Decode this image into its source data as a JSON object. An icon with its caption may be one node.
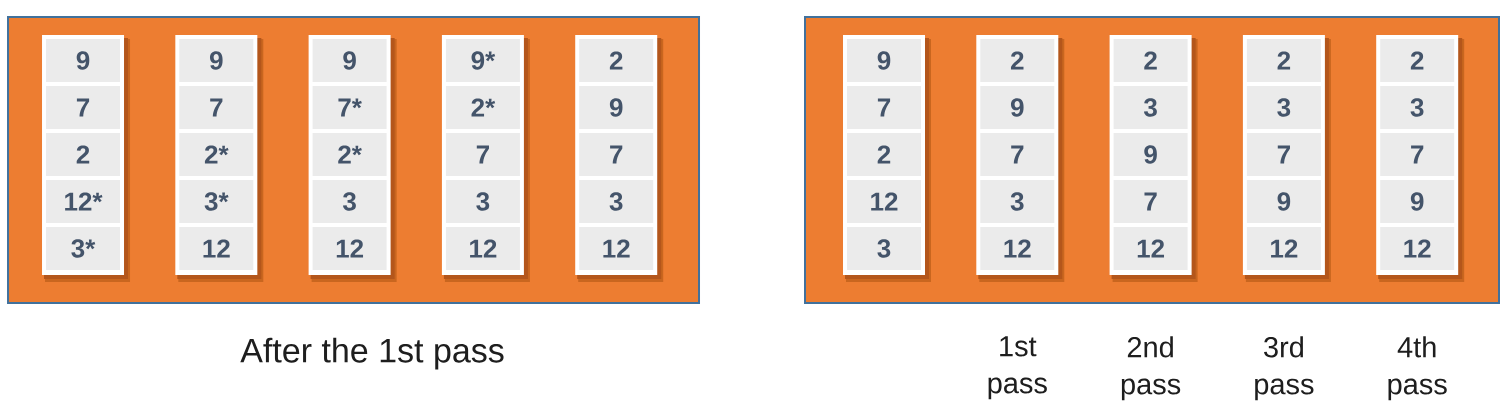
{
  "diagram": {
    "nodes": [
      {
        "text": [],
        "shape": "box",
        "beside": [
          "After the 1st pass"
        ]
      },
      {
        "text": [],
        "shape": "box",
        "in": 0
      },
      {
        "text": [
          "9"
        ],
        "in": 1
      },
      {
        "text": [
          "7"
        ],
        "in": 1
      },
      {
        "text": [
          "2"
        ],
        "in": 1
      },
      {
        "text": [
          "12*"
        ],
        "in": 1
      },
      {
        "text": [
          "3*"
        ],
        "in": 1
      },
      {
        "text": [],
        "shape": "box",
        "in": 0
      },
      {
        "text": [
          "9"
        ],
        "in": 7
      },
      {
        "text": [
          "7"
        ],
        "in": 7
      },
      {
        "text": [
          "2*"
        ],
        "in": 7
      },
      {
        "text": [
          "3*"
        ],
        "in": 7
      },
      {
        "text": [
          "12"
        ],
        "in": 7
      },
      {
        "text": [],
        "shape": "box",
        "in": 0
      },
      {
        "text": [
          "9"
        ],
        "in": 13
      },
      {
        "text": [
          "7*"
        ],
        "in": 13
      },
      {
        "text": [
          "2*"
        ],
        "in": 13
      },
      {
        "text": [
          "3"
        ],
        "in": 13
      },
      {
        "text": [
          "12"
        ],
        "in": 13
      },
      {
        "text": [],
        "shape": "box",
        "in": 0
      },
      {
        "text": [
          "9*"
        ],
        "in": 19
      },
      {
        "text": [
          "2*"
        ],
        "in": 19
      },
      {
        "text": [
          "7"
        ],
        "in": 19
      },
      {
        "text": [
          "3"
        ],
        "in": 19
      },
      {
        "text": [
          "12"
        ],
        "in": 19
      },
      {
        "text": [],
        "shape": "box",
        "in": 0
      },
      {
        "text": [
          "2"
        ],
        "in": 25
      },
      {
        "text": [
          "9"
        ],
        "in": 25
      },
      {
        "text": [
          "7"
        ],
        "in": 25
      },
      {
        "text": [
          "3"
        ],
        "in": 25
      },
      {
        "text": [
          "12"
        ],
        "in": 25
      },
      {
        "text": [],
        "shape": "box"
      },
      {
        "text": [],
        "shape": "box",
        "in": 31
      },
      {
        "text": [
          "9"
        ],
        "in": 32
      },
      {
        "text": [
          "7"
        ],
        "in": 32
      },
      {
        "text": [
          "2"
        ],
        "in": 32
      },
      {
        "text": [
          "12"
        ],
        "in": 32
      },
      {
        "text": [
          "3"
        ],
        "in": 32
      },
      {
        "text": [],
        "shape": "box",
        "in": 31,
        "beside": [
          "1st pass"
        ]
      },
      {
        "text": [
          "2"
        ],
        "in": 38
      },
      {
        "text": [
          "9"
        ],
        "in": 38
      },
      {
        "text": [
          "7"
        ],
        "in": 38
      },
      {
        "text": [
          "3"
        ],
        "in": 38
      },
      {
        "text": [
          "12"
        ],
        "in": 38
      },
      {
        "text": [],
        "shape": "box",
        "in": 31,
        "beside": [
          "2nd pass"
        ]
      },
      {
        "text": [
          "2"
        ],
        "in": 44
      },
      {
        "text": [
          "3"
        ],
        "in": 44
      },
      {
        "text": [
          "9"
        ],
        "in": 44
      },
      {
        "text": [
          "7"
        ],
        "in": 44
      },
      {
        "text": [
          "12"
        ],
        "in": 44
      },
      {
        "text": [],
        "shape": "box",
        "in": 31,
        "beside": [
          "3rd pass"
        ]
      },
      {
        "text": [
          "2"
        ],
        "in": 50
      },
      {
        "text": [
          "3"
        ],
        "in": 50
      },
      {
        "text": [
          "7"
        ],
        "in": 50
      },
      {
        "text": [
          "9"
        ],
        "in": 50
      },
      {
        "text": [
          "12"
        ],
        "in": 50
      },
      {
        "text": [],
        "shape": "box",
        "in": 31,
        "beside": [
          "4th pass"
        ]
      },
      {
        "text": [
          "2"
        ],
        "in": 56
      },
      {
        "text": [
          "3"
        ],
        "in": 56
      },
      {
        "text": [
          "7"
        ],
        "in": 56
      },
      {
        "text": [
          "9"
        ],
        "in": 56
      },
      {
        "text": [
          "12"
        ],
        "in": 56
      }
    ]
  }
}
